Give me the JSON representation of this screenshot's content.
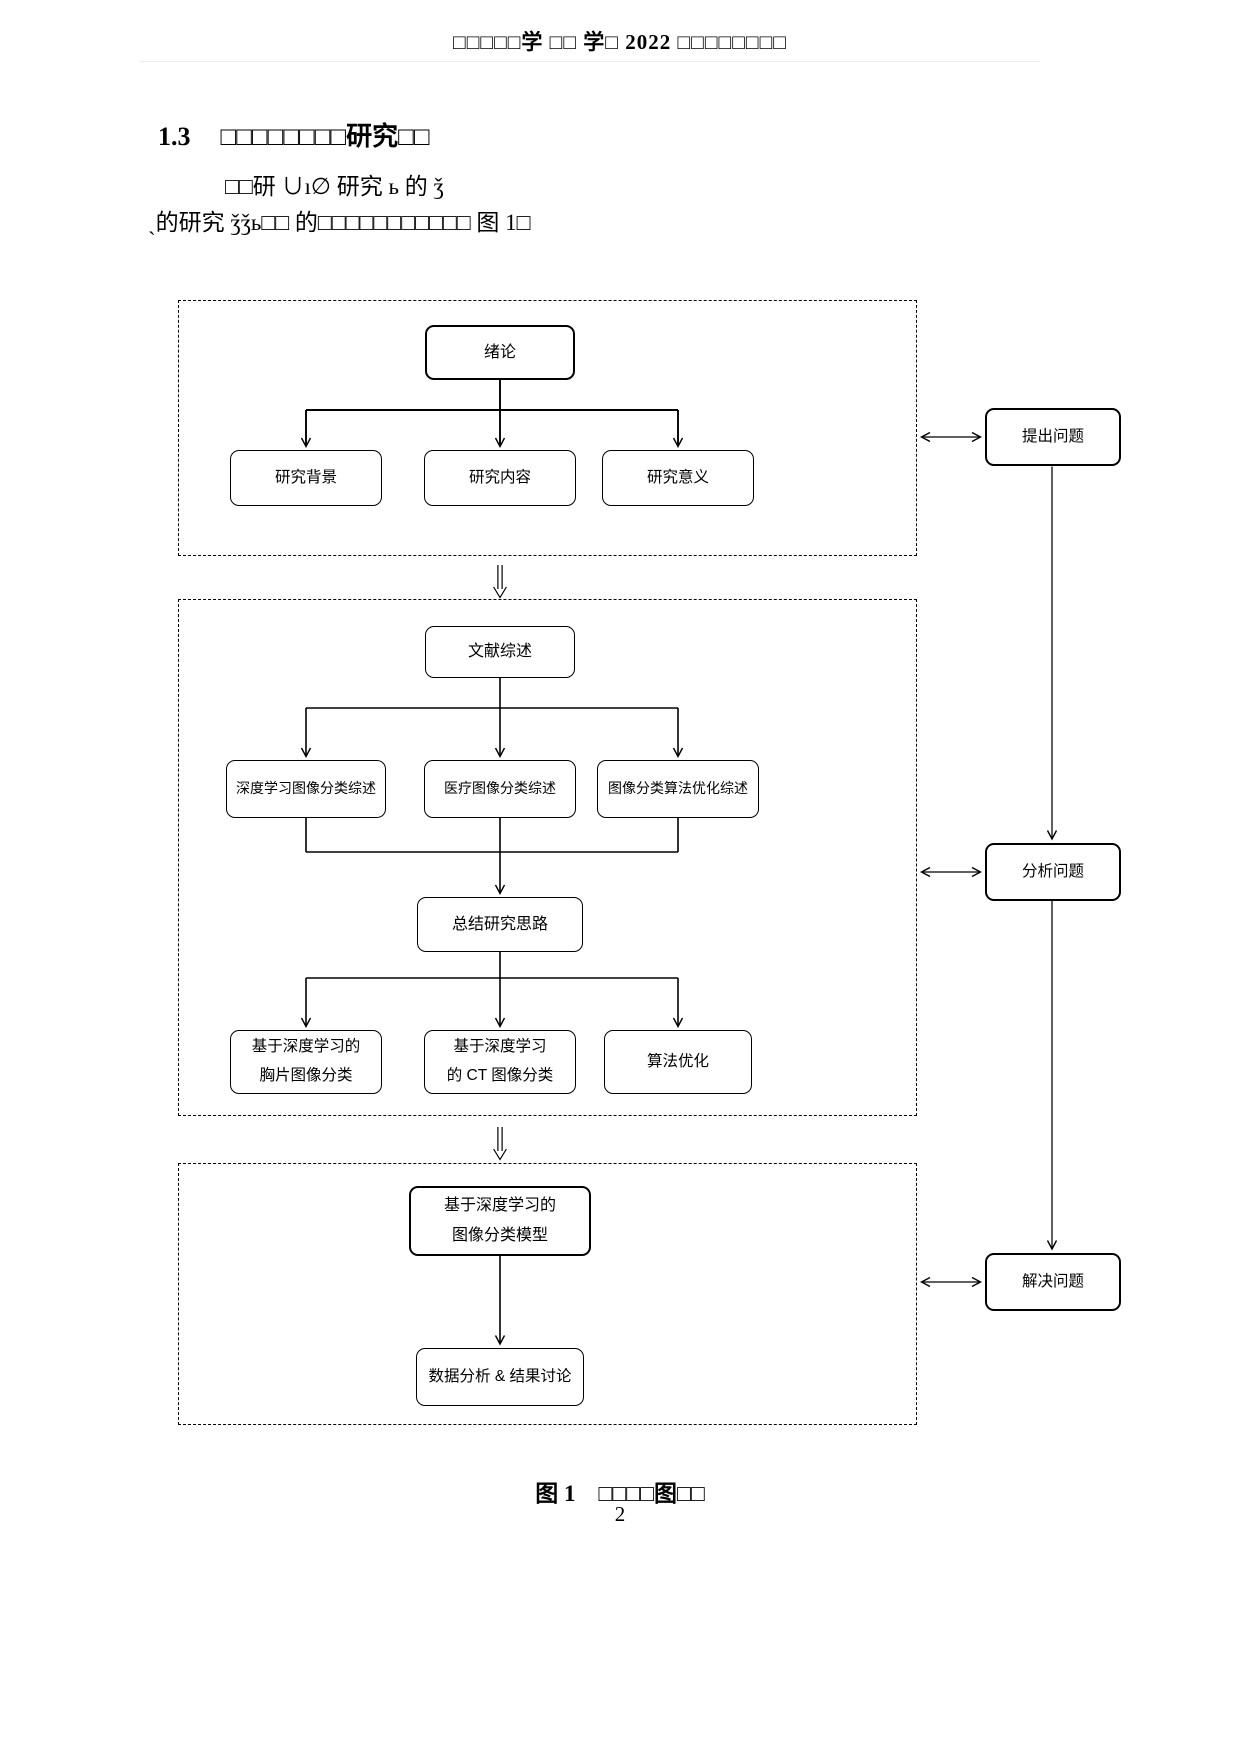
{
  "page": {
    "header": "□□□□□学 □□ 学□ 2022 □□□□□□□□",
    "page_number": "2"
  },
  "section": {
    "number": "1.3",
    "title": "□□□□□□□□研究□□",
    "para_line1": "□□研 ∪ı∅ 研究 ь 的 ǯ",
    "para_line2": "ˏ的研究 ǯǯь□□ 的□□□□□□□□□□□ 图 1□"
  },
  "flowchart": {
    "stage1": {
      "root": "绪论",
      "children": [
        "研究背景",
        "研究内容",
        "研究意义"
      ]
    },
    "stage2": {
      "root": "文献综述",
      "reviews": [
        "深度学习图像分类综述",
        "医疗图像分类综述",
        "图像分类算法优化综述"
      ],
      "summary": "总结研究思路",
      "directions": [
        "基于深度学习的\n胸片图像分类",
        "基于深度学习\n的 CT 图像分类",
        "算法优化"
      ]
    },
    "stage3": {
      "model": "基于深度学习的\n图像分类模型",
      "analysis": "数据分析 & 结果讨论"
    },
    "side": {
      "raise": "提出问题",
      "analyze": "分析问题",
      "solve": "解决问题"
    }
  },
  "figure": {
    "caption": "图 1　□□□□图□□"
  }
}
